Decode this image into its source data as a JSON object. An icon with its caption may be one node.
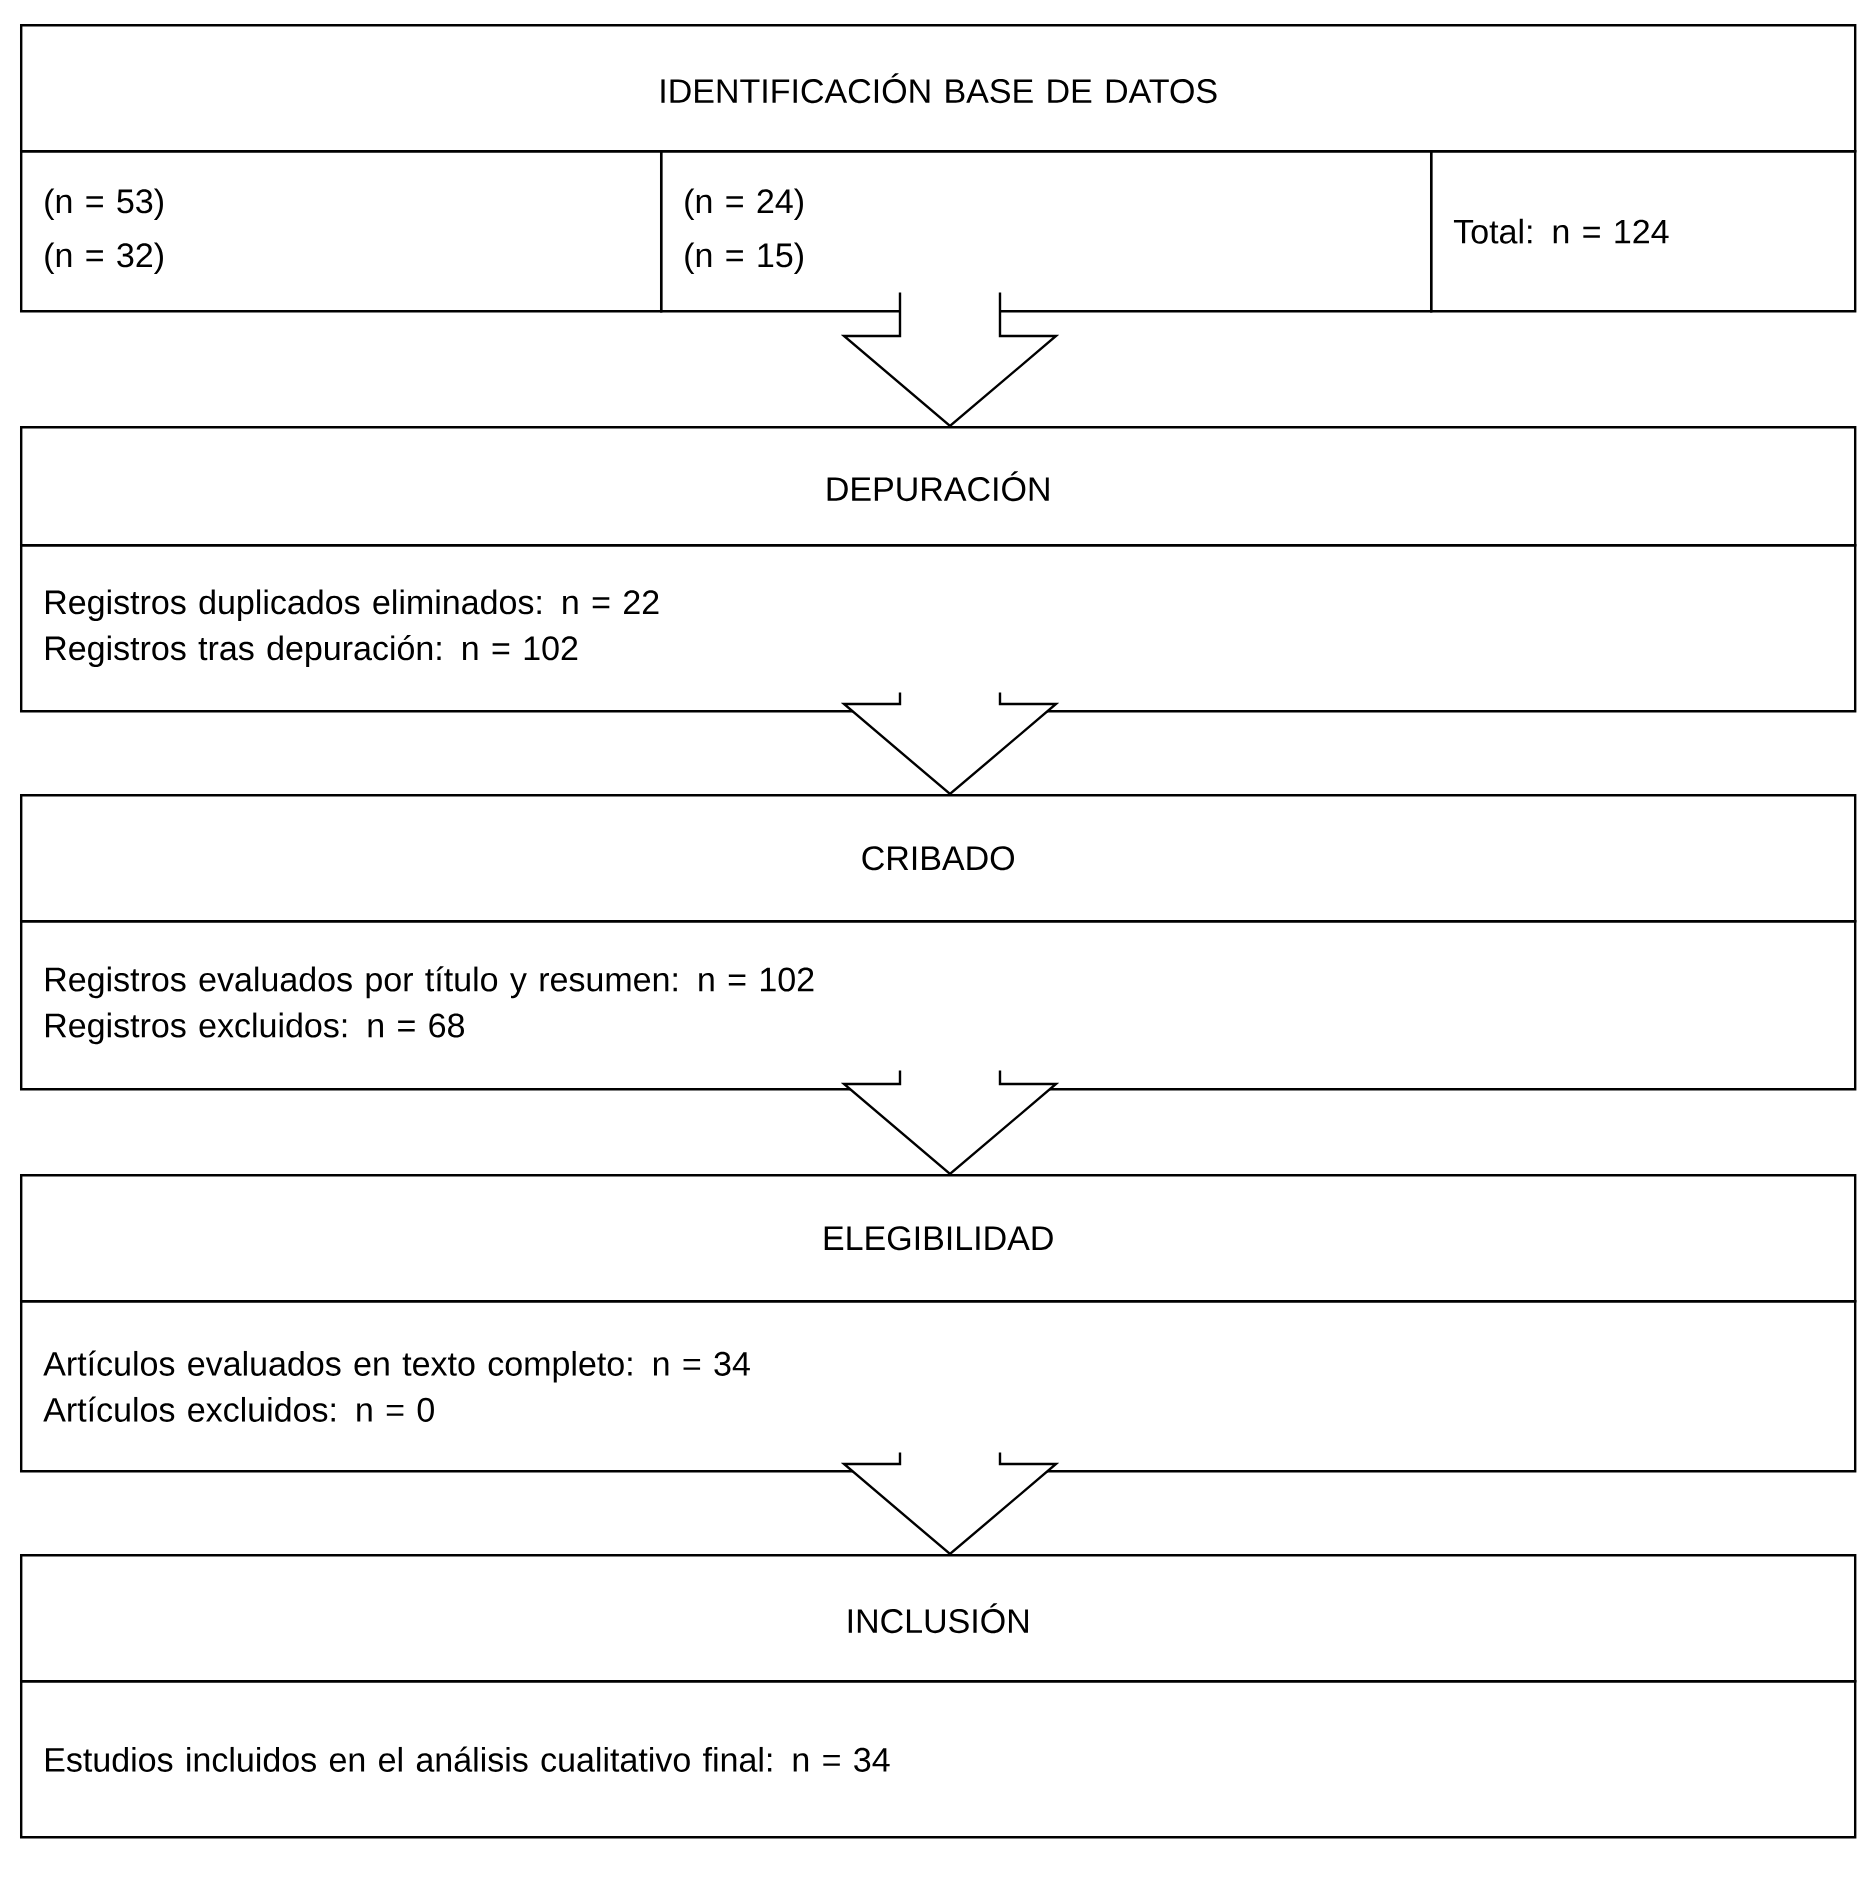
{
  "diagram": {
    "nodes": [
      {
        "text": [
          "IDENTIFICACIÓN BASE DE DATOS"
        ]
      },
      {
        "text": [
          "(n = 53)",
          "(n = 32)"
        ]
      },
      {
        "text": [
          "(n = 24)",
          "(n = 15)"
        ]
      },
      {
        "text": [
          "Total: n = 124"
        ]
      },
      {
        "text": [
          "DEPURACIÓN"
        ]
      },
      {
        "text": [
          "Registros duplicados eliminados: n = 22",
          "Registros tras depuración: n = 102"
        ]
      },
      {
        "text": [
          "CRIBADO"
        ]
      },
      {
        "text": [
          "Registros evaluados por título y resumen: n = 102",
          "Registros excluidos: n = 68"
        ]
      },
      {
        "text": [
          "ELEGIBILIDAD"
        ]
      },
      {
        "text": [
          "Artículos evaluados en texto completo: n = 34",
          "Artículos excluidos: n = 0"
        ]
      },
      {
        "text": [
          "INCLUSIÓN"
        ]
      },
      {
        "text": [
          "Estudios incluidos en el análisis cualitativo final: n = 34"
        ]
      }
    ],
    "edges": [
      {
        "from": 2,
        "to": 4,
        "arrow": "to"
      },
      {
        "from": 5,
        "to": 6,
        "arrow": "to"
      },
      {
        "from": 7,
        "to": 8,
        "arrow": "to"
      },
      {
        "from": 9,
        "to": 10,
        "arrow": "to"
      }
    ]
  }
}
